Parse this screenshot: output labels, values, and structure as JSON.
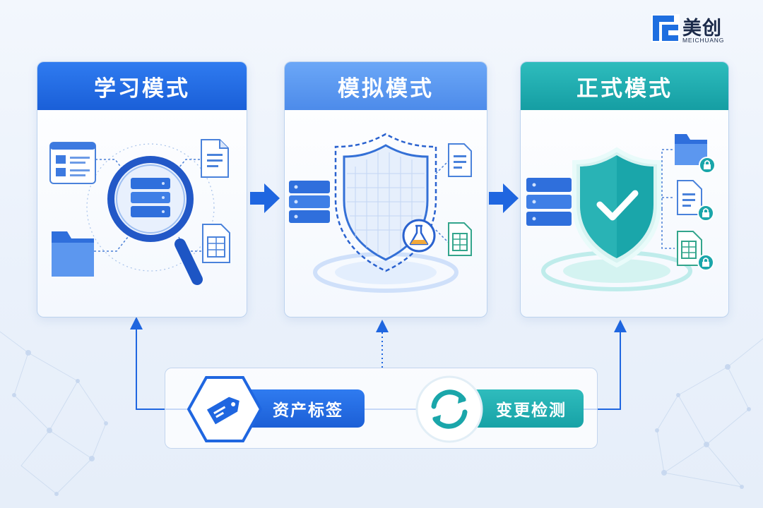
{
  "logo": {
    "name": "美创",
    "sub": "MEICHUANG",
    "icon": "meichuang-logo-mark"
  },
  "modes": [
    {
      "title": "学习模式",
      "icon": "magnifier-database-icon",
      "color": "#1f66e0"
    },
    {
      "title": "模拟模式",
      "icon": "shield-flask-icon",
      "color": "#5a96ee"
    },
    {
      "title": "正式模式",
      "icon": "shield-check-icon",
      "color": "#1aa6aa"
    }
  ],
  "features": [
    {
      "label": "资产标签",
      "icon": "tag-icon",
      "color": "#1f66e0"
    },
    {
      "label": "变更检测",
      "icon": "sync-icon",
      "color": "#1aa6aa"
    }
  ],
  "colors": {
    "primary_blue": "#1f66e0",
    "light_blue": "#5a96ee",
    "teal": "#1aa6aa",
    "background": "#eef3fb"
  }
}
